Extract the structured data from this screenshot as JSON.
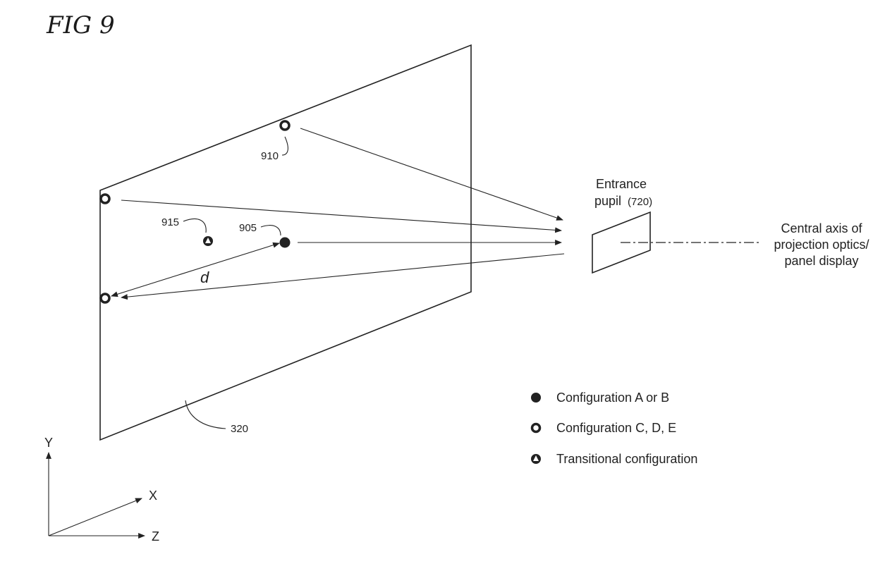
{
  "figure": {
    "title": "FIG 9"
  },
  "references": {
    "panel": "320",
    "point_910": "910",
    "point_915": "915",
    "point_905": "905",
    "distance": "d"
  },
  "entrance_pupil": {
    "line1": "Entrance",
    "line2_main": "pupil",
    "line2_ref": "(720)"
  },
  "central_axis": {
    "line1": "Central axis of",
    "line2": "projection optics/",
    "line3": "panel display"
  },
  "axes": {
    "x": "X",
    "y": "Y",
    "z": "Z"
  },
  "legend": {
    "items": [
      {
        "marker": "filled-circle",
        "label": "Configuration A or B"
      },
      {
        "marker": "ring",
        "label": "Configuration C, D, E"
      },
      {
        "marker": "ring-with-triangle",
        "label": "Transitional configuration"
      }
    ]
  }
}
